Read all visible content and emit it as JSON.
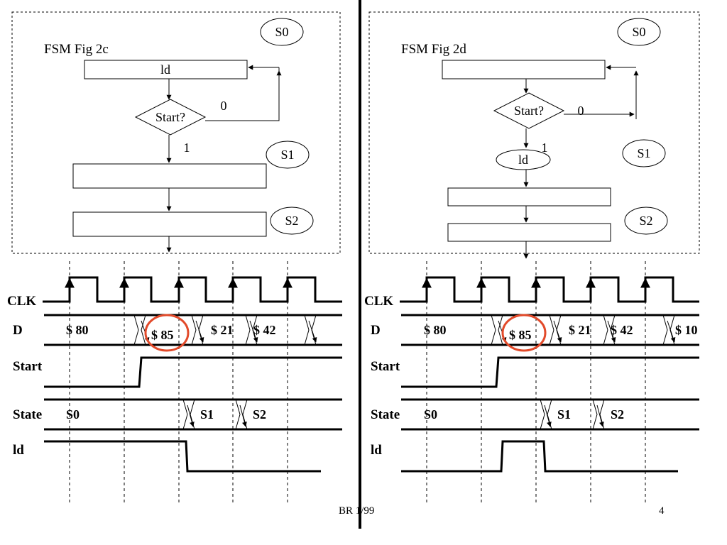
{
  "colors": {
    "ink": "#000000",
    "highlight": "#e24a2a"
  },
  "panels": [
    {
      "title": "FSM Fig 2c",
      "states": [
        "S0",
        "S1",
        "S2"
      ],
      "state1_box_label": "ld",
      "decision": "Start?",
      "branch_zero": "0",
      "branch_one": "1",
      "oval_label": "",
      "signals": [
        "CLK",
        "D",
        "Start",
        "State",
        "ld"
      ],
      "d_values": [
        "$ 80",
        "$ 85",
        "$ 21",
        "$ 42"
      ],
      "state_values": [
        "S0",
        "S1",
        "S2"
      ]
    },
    {
      "title": "FSM Fig 2d",
      "states": [
        "S0",
        "S1",
        "S2"
      ],
      "state1_box_label": "",
      "decision": "Start?",
      "branch_zero": "0",
      "branch_one": "1",
      "oval_label": "ld",
      "signals": [
        "CLK",
        "D",
        "Start",
        "State",
        "ld"
      ],
      "d_values": [
        "$ 80",
        "$ 85",
        "$ 21",
        "$ 42",
        "$ 10"
      ],
      "state_values": [
        "S0",
        "S1",
        "S2"
      ]
    }
  ],
  "footer": {
    "left": "BR 1/99",
    "page": "4"
  }
}
